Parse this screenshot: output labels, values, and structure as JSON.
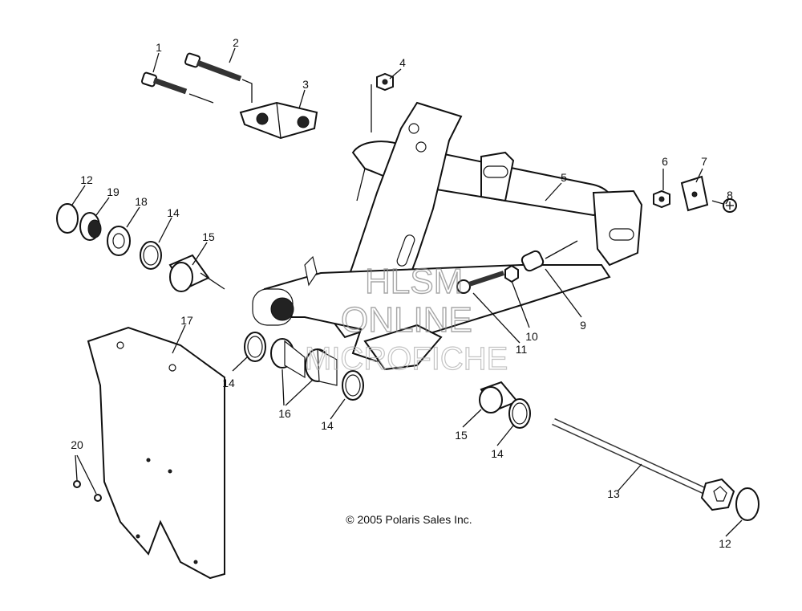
{
  "diagram": {
    "callouts": [
      {
        "id": "c1",
        "label": "1"
      },
      {
        "id": "c2",
        "label": "2"
      },
      {
        "id": "c3",
        "label": "3"
      },
      {
        "id": "c4",
        "label": "4"
      },
      {
        "id": "c5",
        "label": "5"
      },
      {
        "id": "c6",
        "label": "6"
      },
      {
        "id": "c7",
        "label": "7"
      },
      {
        "id": "c8",
        "label": "8"
      },
      {
        "id": "c9",
        "label": "9"
      },
      {
        "id": "c10",
        "label": "10"
      },
      {
        "id": "c11",
        "label": "11"
      },
      {
        "id": "c12a",
        "label": "12"
      },
      {
        "id": "c12b",
        "label": "12"
      },
      {
        "id": "c13",
        "label": "13"
      },
      {
        "id": "c14a",
        "label": "14"
      },
      {
        "id": "c14b",
        "label": "14"
      },
      {
        "id": "c14c",
        "label": "14"
      },
      {
        "id": "c14d",
        "label": "14"
      },
      {
        "id": "c15a",
        "label": "15"
      },
      {
        "id": "c15b",
        "label": "15"
      },
      {
        "id": "c16",
        "label": "16"
      },
      {
        "id": "c17",
        "label": "17"
      },
      {
        "id": "c18",
        "label": "18"
      },
      {
        "id": "c19",
        "label": "19"
      },
      {
        "id": "c20",
        "label": "20"
      }
    ],
    "copyright": "© 2005 Polaris Sales Inc.",
    "watermark": {
      "line1": "HLSM",
      "line2": "ONLINE",
      "line3": "MICROFICHE"
    }
  }
}
